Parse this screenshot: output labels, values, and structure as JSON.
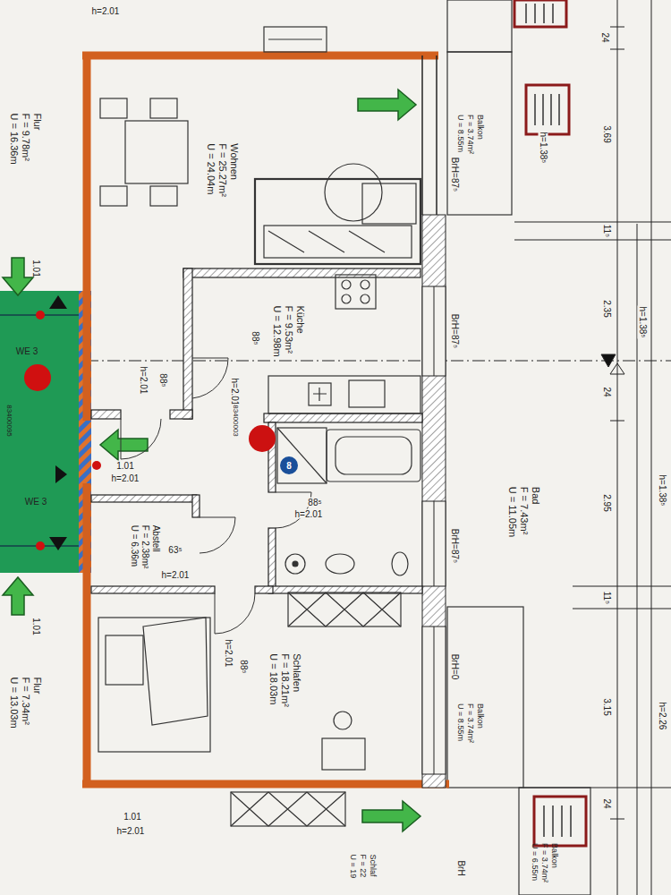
{
  "diagram": {
    "nodes": [
      {
        "text": [
          "Flur",
          "F = 9.78m²",
          "U = 16.36m"
        ]
      },
      {
        "text": [
          "Wohnen",
          "F = 25.27m²",
          "U = 24.04m"
        ]
      },
      {
        "text": [
          "Balkon",
          "F = 3.74m²",
          "U = 8.55m"
        ]
      },
      {
        "text": [
          "Küche",
          "F = 9.53m²",
          "U = 12.98m"
        ]
      },
      {
        "text": [
          "Bad",
          "F = 7.43m²",
          "U = 11.05m"
        ]
      },
      {
        "text": [
          "Abstell",
          "F = 2.38m²",
          "U = 6.36m"
        ]
      },
      {
        "text": [
          "Schlafen",
          "F = 18.21m²",
          "U = 18.03m"
        ]
      },
      {
        "text": [
          "Balkon",
          "F = 3.74m²",
          "U = 8.55m"
        ]
      },
      {
        "text": [
          "Flur",
          "F = 7.34m²",
          "U = 13.03m"
        ]
      },
      {
        "text": [
          "Balkon",
          "F = 3.74m²",
          "U = 6.55m"
        ]
      },
      {
        "text": [
          "Schlaf",
          "F = 22",
          "U = 19"
        ]
      }
    ],
    "labels": [
      "h=2.01",
      "24",
      "h=1.38⁵",
      "3.69",
      "BrH=87⁵",
      "11⁵",
      "1.01",
      "BrH=87⁵",
      "2.35",
      "h=1.38⁵",
      "88⁵",
      "h=2.01",
      "h=2.01",
      "88⁵",
      "83400003",
      "24",
      "WE 3",
      "8",
      "1.01",
      "h=2.01",
      "2.95",
      "h=1.38⁵",
      "88⁵",
      "h=2.01",
      "BrH=87⁵",
      "WE 3",
      "63⁵",
      "h=2.01",
      "1.01",
      "11⁵",
      "h=2.01",
      "88⁵",
      "BrH=0",
      "3.15",
      "h=2.26",
      "24",
      "1.01",
      "h=2.01",
      "BrH",
      "83400095"
    ]
  }
}
